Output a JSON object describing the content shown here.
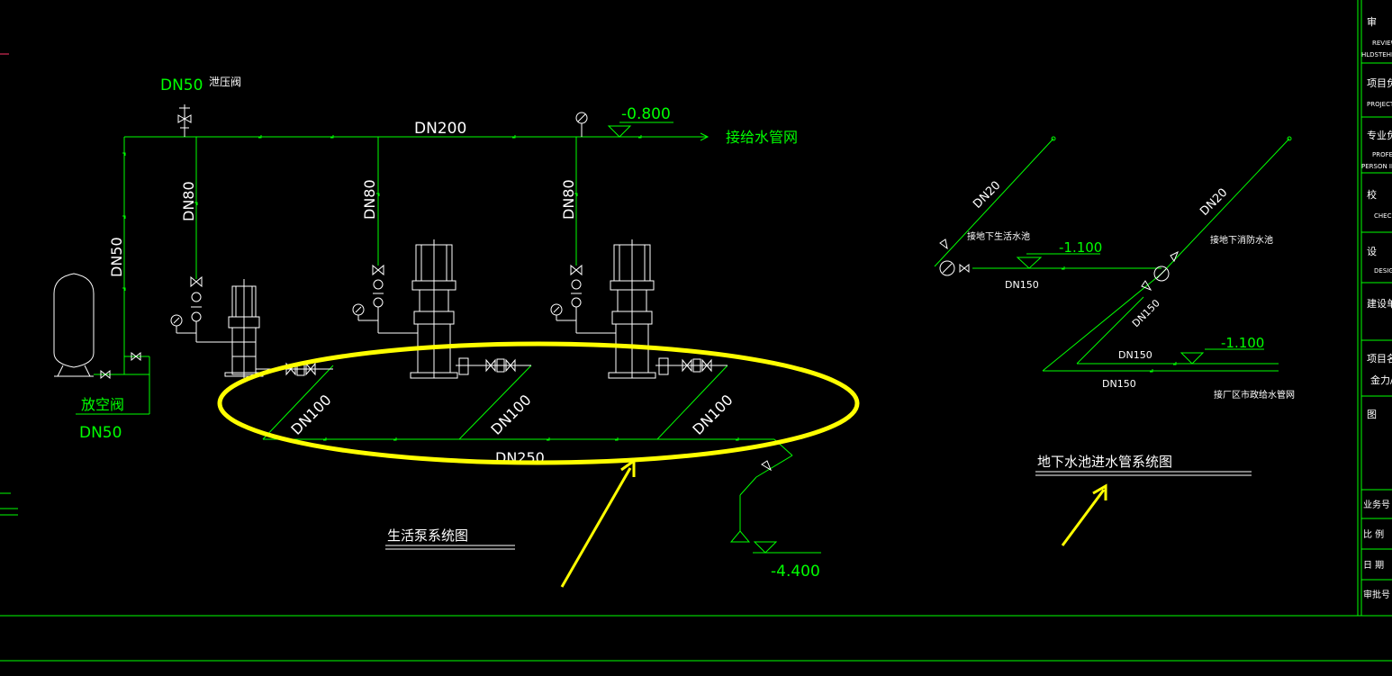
{
  "colors": {
    "background": "#000000",
    "pipe": "#00ff00",
    "equipment": "#ffffff",
    "highlight": "#ffff00",
    "label_cn": "#ffffff",
    "label_dim": "#00ff00"
  },
  "left_system": {
    "title": "生活泵系统图",
    "pressure_relief_size": "DN50",
    "pressure_relief_label": "泄压阀",
    "main_size": "DN200",
    "main_elevation": "-0.800",
    "to_network": "接给水管网",
    "branches": [
      "DN80",
      "DN80",
      "DN80"
    ],
    "vertical_size": "DN50",
    "vent_label": "放空阀",
    "vent_size": "DN50",
    "suction_branches": [
      "DN100",
      "DN100",
      "DN100"
    ],
    "suction_main": "DN250",
    "suction_elevation": "-4.400"
  },
  "right_system": {
    "title": "地下水池进水管系统图",
    "riser_a_size": "DN20",
    "riser_a_label": "接地下生活水池",
    "riser_a_elevation": "-1.100",
    "riser_a_pipe": "DN150",
    "riser_b_size": "DN20",
    "riser_b_label": "接地下消防水池",
    "diagonal_size": "DN150",
    "lower_elevation": "-1.100",
    "lower_pipe_a": "DN150",
    "lower_pipe_b": "DN150",
    "to_municipal": "接厂区市政给水管网"
  },
  "title_block": {
    "rows": [
      {
        "cn": "审",
        "en": [
          "REVIEW",
          "HLDSTEHLDI"
        ]
      },
      {
        "cn": "项目负",
        "en": [
          "PROJECT"
        ]
      },
      {
        "cn": "专业负",
        "en": [
          "PROFE",
          "PERSON IN"
        ]
      },
      {
        "cn": "校",
        "en": [
          "CHECK"
        ]
      },
      {
        "cn": "设",
        "en": [
          "DESIGN"
        ]
      },
      {
        "cn": "建设单",
        "en": []
      },
      {
        "cn": "项目名",
        "en": [
          "金力/"
        ]
      },
      {
        "cn": "图",
        "en": []
      },
      {
        "cn": "业务号",
        "en": []
      },
      {
        "cn": "比 例",
        "en": []
      },
      {
        "cn": "日 期",
        "en": []
      },
      {
        "cn": "审批号",
        "en": []
      }
    ]
  }
}
